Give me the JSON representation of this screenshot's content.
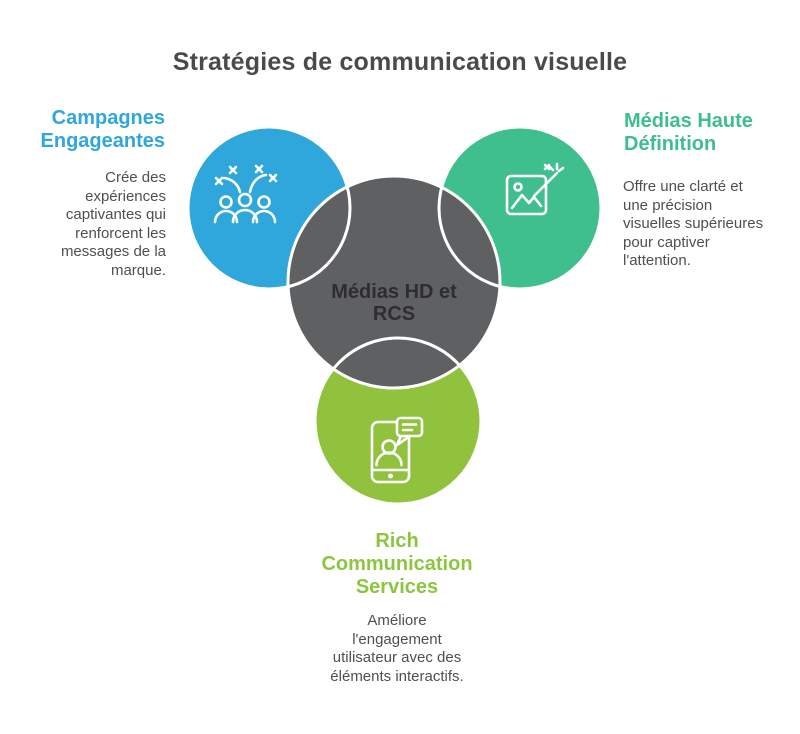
{
  "title": "Stratégies de communication visuelle",
  "colors": {
    "blue_circle": "#2fa7db",
    "green_circle": "#3fbe8e",
    "lime_circle": "#91c23e",
    "gray_circle": "#5f6062",
    "heading_blue": "#2fa7db",
    "heading_green": "#3cbe8d",
    "heading_lime": "#8cc63f",
    "title_text": "#4a4a4b",
    "body_text": "#4e4f51",
    "center_text": "#2e2e30",
    "icon_stroke": "#ffffff"
  },
  "center": {
    "label": "Médias HD et RCS"
  },
  "sections": {
    "left": {
      "heading": "Campagnes Engageantes",
      "description": "Crée des expériences captivantes qui renforcent les messages de la marque.",
      "icon": "celebration-people-icon"
    },
    "right": {
      "heading": "Médias Haute Définition",
      "description": "Offre une clarté et une précision visuelles supérieures pour captiver l'attention.",
      "icon": "image-magic-wand-icon"
    },
    "bottom": {
      "heading": "Rich Communication Services",
      "description": "Améliore l'engagement utilisateur avec des éléments interactifs.",
      "icon": "phone-chat-bubble-icon"
    }
  }
}
